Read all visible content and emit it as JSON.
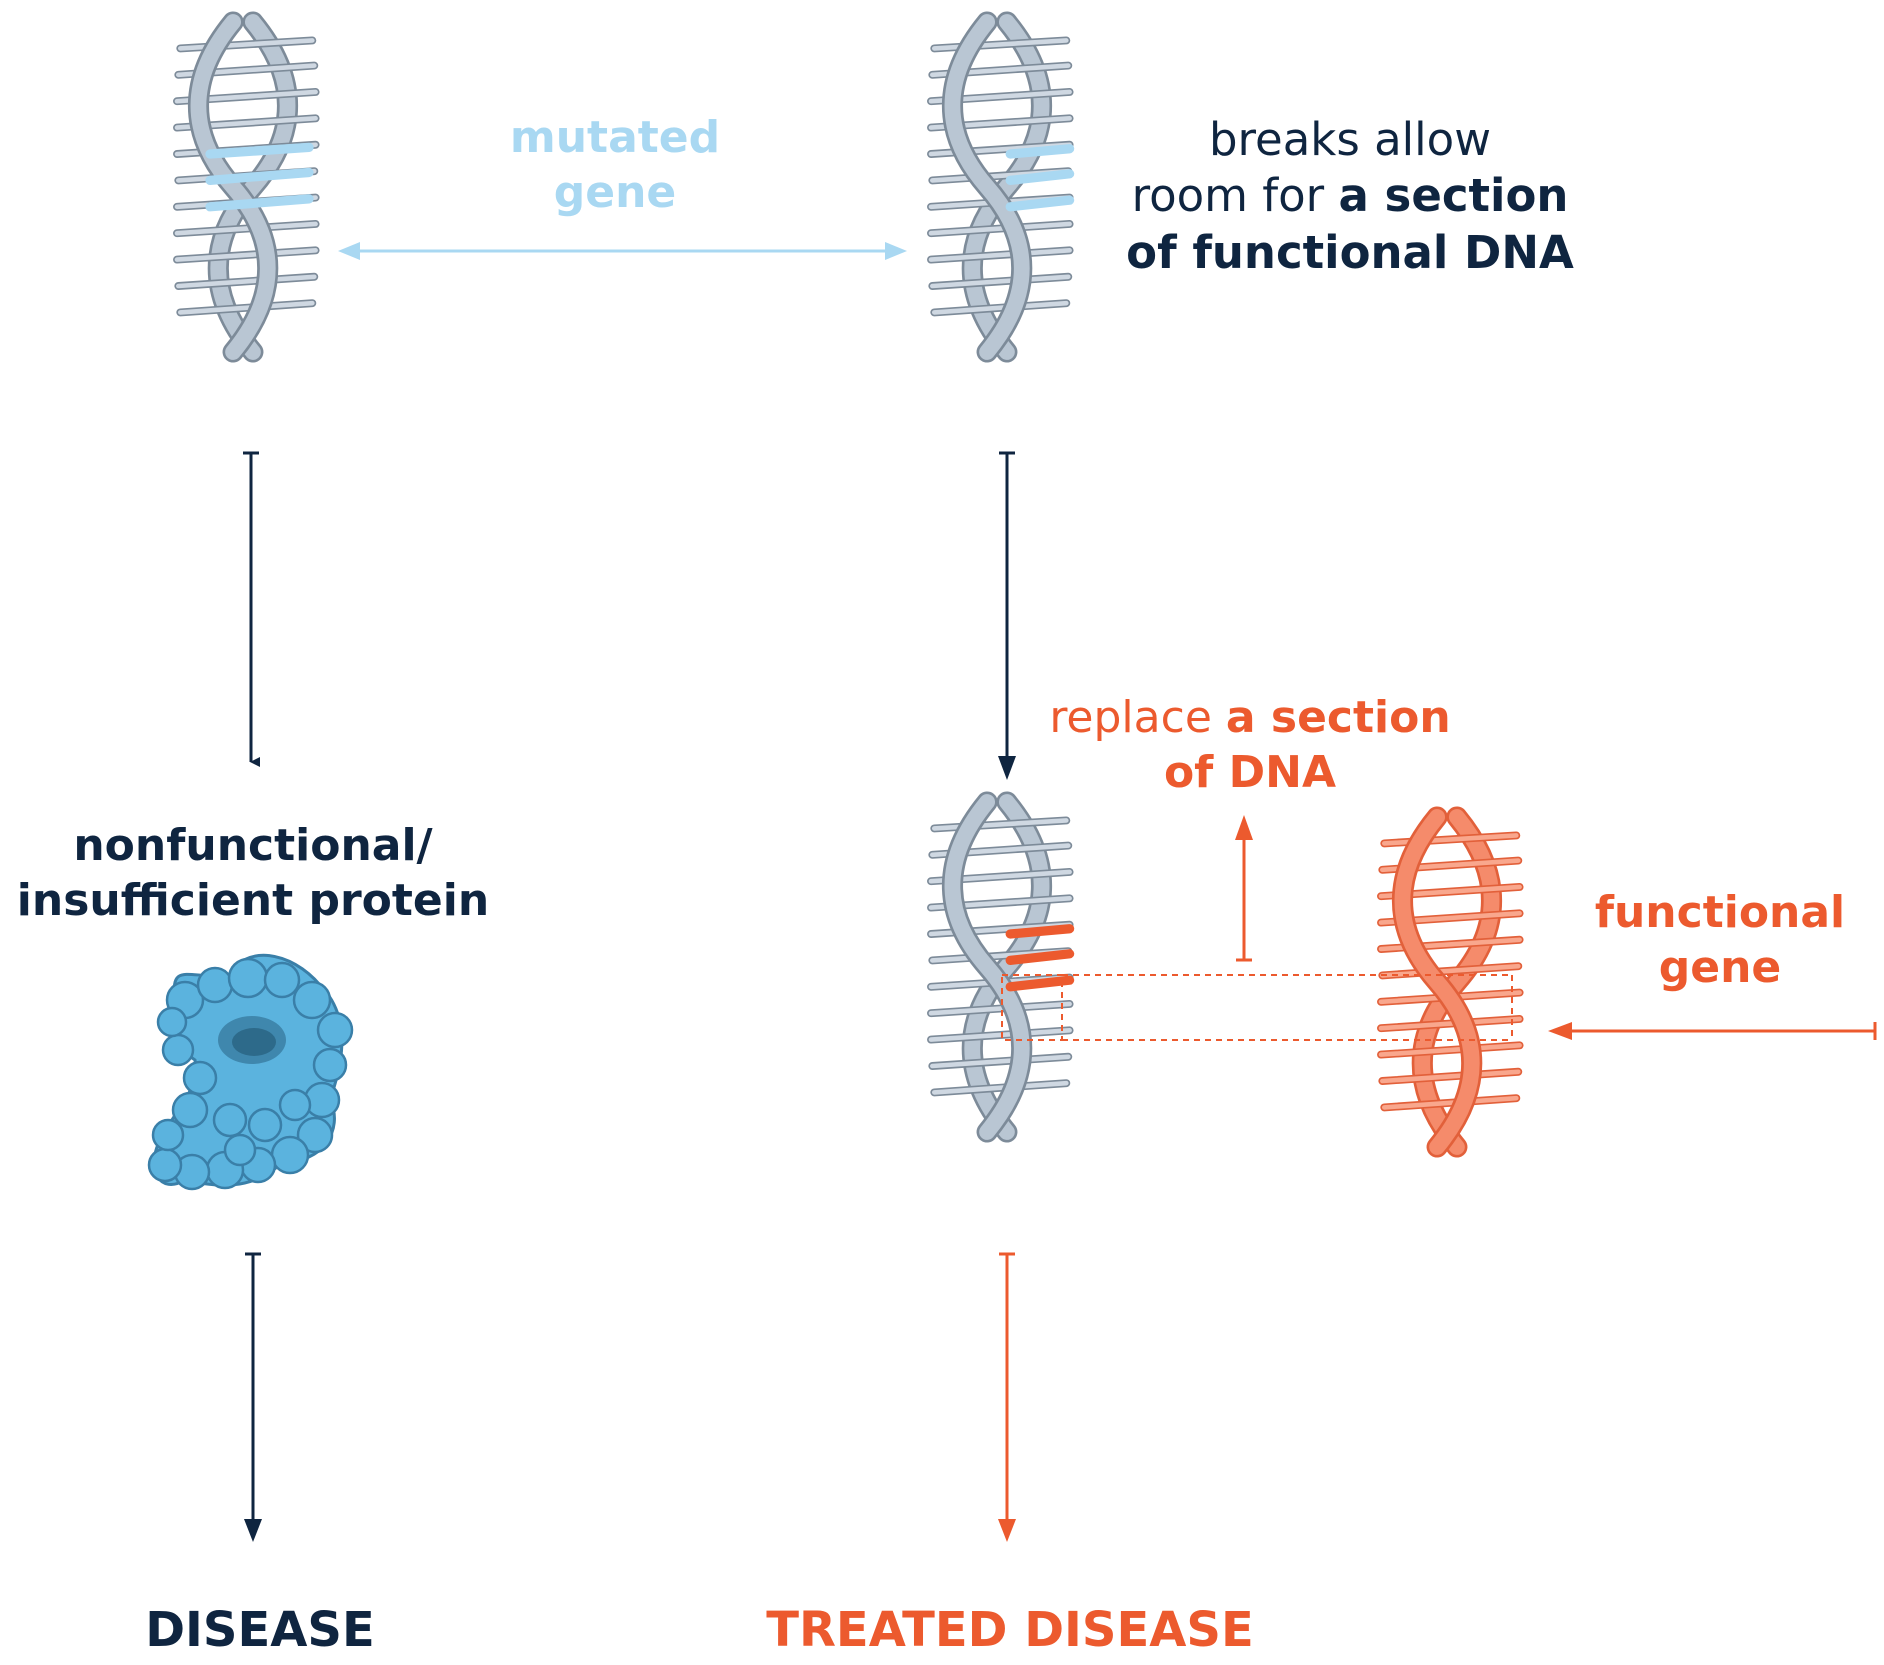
{
  "labels": {
    "mutated_gene_1": "mutated",
    "mutated_gene_2": "gene",
    "breaks_1": "breaks allow",
    "breaks_2a": "room for ",
    "breaks_2b": "a section",
    "breaks_3": "of functional DNA",
    "replace_1a": "replace ",
    "replace_1b": "a section",
    "replace_2": "of DNA",
    "functional_1": "functional",
    "functional_2": "gene",
    "protein_1": "nonfunctional/",
    "protein_2": "insufficient protein",
    "disease": "DISEASE",
    "treated": "TREATED DISEASE"
  },
  "colors": {
    "navy": "#0f2540",
    "orange": "#ec5a2e",
    "light_blue": "#a9d8f2",
    "dna_gray": "#b9c6d3",
    "dna_dark": "#7d8b99",
    "dna_orange": "#f58b6b",
    "protein_blue": "#5bb3de"
  },
  "icons": [
    "dna-helix-icon",
    "protein-icon",
    "arrow-icon"
  ]
}
